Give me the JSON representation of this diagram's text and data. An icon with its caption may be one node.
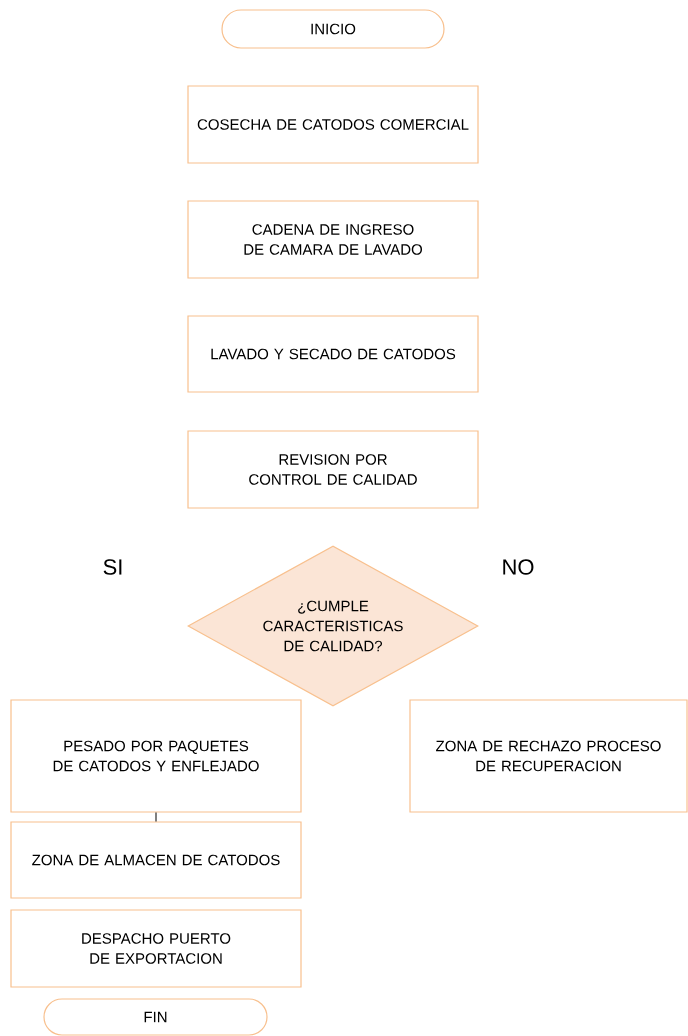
{
  "diagram": {
    "nodes": [
      {
        "text": [
          "INICIO"
        ]
      },
      {
        "text": [
          "COSECHA DE CATODOS COMERCIAL"
        ]
      },
      {
        "text": [
          "CADENA DE INGRESO DE CAMARA DE LAVADO"
        ]
      },
      {
        "text": [
          "LAVADO Y SECADO DE CATODOS"
        ]
      },
      {
        "text": [
          "REVISION POR CONTROL DE CALIDAD"
        ]
      },
      {
        "text": [
          "¿CUMPLE CARACTERISTICAS DE CALIDAD?"
        ]
      },
      {
        "text": [
          "PESADO POR PAQUETES DE CATODOS Y ENFLEJADO"
        ]
      },
      {
        "text": [
          "ZONA DE RECHAZO PROCESO DE RECUPERACION"
        ]
      },
      {
        "text": [
          "ZONA DE ALMACEN DE CATODOS"
        ]
      },
      {
        "text": [
          "DESPACHO PUERTO DE EXPORTACION"
        ]
      },
      {
        "text": [
          "FIN"
        ]
      }
    ],
    "edges": [
      {
        "from": 6,
        "to": 8,
        "arrow": "none"
      }
    ],
    "labels": [
      "SI",
      "NO"
    ]
  }
}
